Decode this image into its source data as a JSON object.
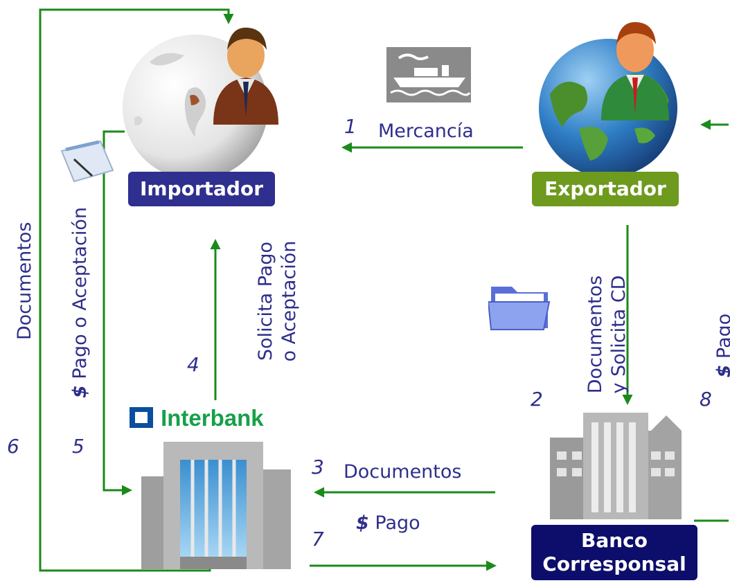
{
  "nodes": {
    "importador": "Importador",
    "exportador": "Exportador",
    "banco_line1": "Banco",
    "banco_line2": "Corresponsal",
    "interbank_logo": "Interbank"
  },
  "steps": {
    "s1": "1",
    "s2": "2",
    "s3": "3",
    "s4": "4",
    "s5": "5",
    "s6": "6",
    "s7": "7",
    "s8": "8"
  },
  "labels": {
    "mercancia": "Mercancía",
    "documentos_3": "Documentos",
    "pago_7_symbol": "$",
    "pago_7_text": "Pago",
    "documentos_6": "Documentos",
    "pago_aceptacion_5_symbol": "$",
    "pago_aceptacion_5_text": "Pago o Aceptación",
    "solicita_line1": "Solicita Pago",
    "solicita_line2": "o Aceptación",
    "doc_solicita_line1": "Documentos",
    "doc_solicita_line2": "y Solicita CD",
    "pago_8_symbol": "$",
    "pago_8_text": "Pago"
  },
  "colors": {
    "arrow_green": "#1a8a1a",
    "importador_badge": "#2f2f8f",
    "exportador_badge": "#6e9a1e",
    "banco_badge": "#0d0d6b",
    "text_blue": "#2e2e8c"
  }
}
